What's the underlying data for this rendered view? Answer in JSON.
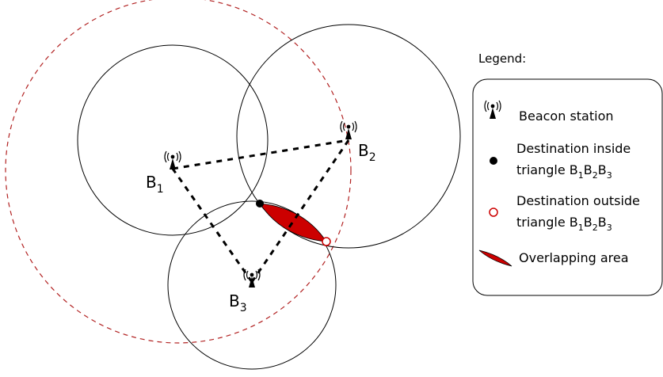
{
  "diagram": {
    "stations": [
      {
        "letter": "B",
        "sub": "1"
      },
      {
        "letter": "B",
        "sub": "2"
      },
      {
        "letter": "B",
        "sub": "3"
      }
    ]
  },
  "legend": {
    "title": "Legend:",
    "items": {
      "beacon": {
        "label": "Beacon station"
      },
      "inside": {
        "line1": "Destination inside",
        "line2_prefix": "triangle ",
        "sub1": "1",
        "sub2": "2",
        "sub3": "3"
      },
      "outside": {
        "line1": "Destination outside",
        "line2_prefix": "triangle ",
        "sub1": "1",
        "sub2": "2",
        "sub3": "3"
      },
      "overlap": {
        "label": "Overlapping area"
      }
    }
  },
  "colors": {
    "line": "#000000",
    "dashed_circle": "#b22222",
    "overlap_fill": "#cc0000",
    "outside_point": "#cc0000"
  }
}
